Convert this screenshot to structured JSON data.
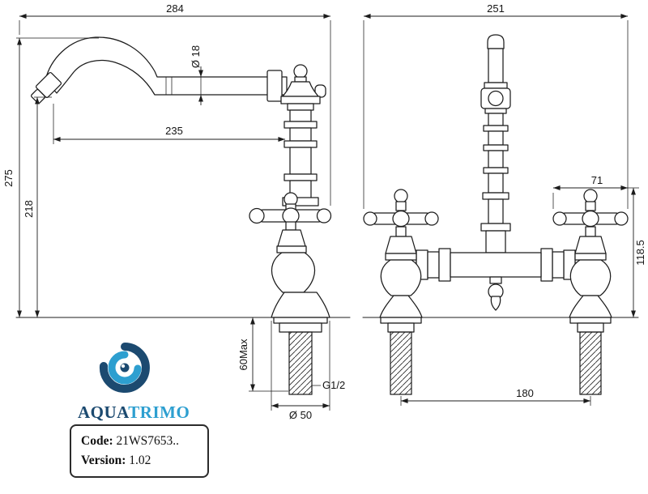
{
  "left_view": {
    "dims": {
      "overall_width": "284",
      "overall_height": "275",
      "spout_height": "218",
      "spout_reach": "235",
      "spout_dia": "Ø 18",
      "deck_max": "60Max",
      "thread": "G1/2",
      "base_dia": "Ø 50"
    }
  },
  "right_view": {
    "dims": {
      "overall_width": "251",
      "handle_width": "71",
      "body_height": "118.5",
      "centres": "180"
    }
  },
  "logo": {
    "word_primary": "AQUA",
    "word_secondary": "TRIMO"
  },
  "title_block": {
    "code_label": "Code:",
    "code_value": "21WS7653..",
    "version_label": "Version:",
    "version_value": "1.02"
  },
  "colors": {
    "line": "#1c1c1c",
    "logo_navy": "#1c4a70",
    "logo_cyan": "#2d9fd0"
  }
}
